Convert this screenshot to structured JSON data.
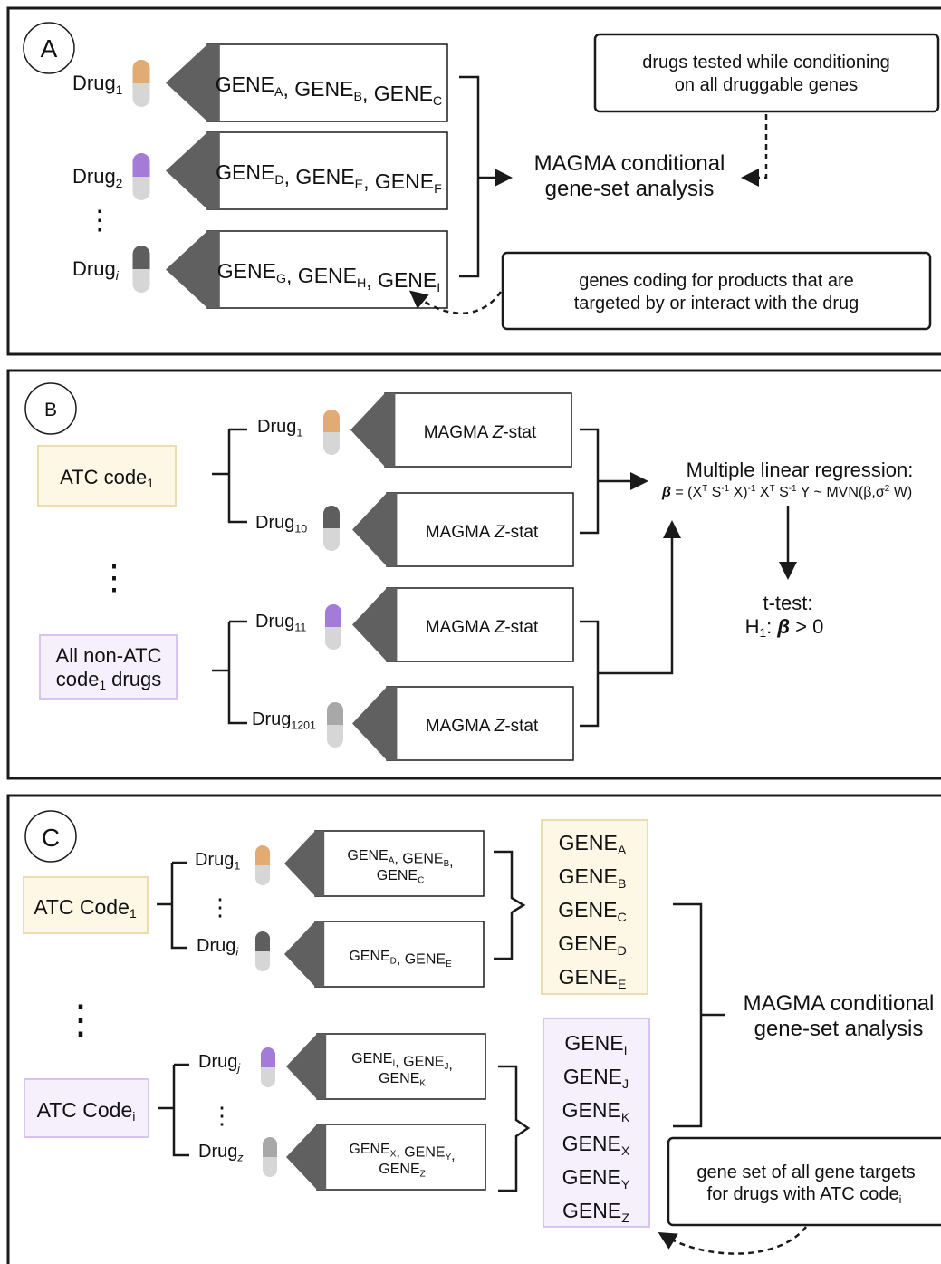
{
  "panel_a": {
    "label": "A",
    "drugs": [
      {
        "name": "Drug",
        "sub": "1",
        "sub_italic": false,
        "color": "#e3ab74"
      },
      {
        "name": "Drug",
        "sub": "2",
        "sub_italic": false,
        "color": "#a47bd6"
      },
      {
        "name": "Drug",
        "sub": "i",
        "sub_italic": true,
        "color": "#5e5e5e"
      }
    ],
    "ellipsis": "⋮",
    "gene_boxes": [
      [
        {
          "t": "GENE",
          "s": "A"
        },
        {
          "t": ", GENE",
          "s": "B"
        },
        {
          "t": ", GENE",
          "s": "C"
        }
      ],
      [
        {
          "t": "GENE",
          "s": "D"
        },
        {
          "t": ", GENE",
          "s": "E"
        },
        {
          "t": ", GENE",
          "s": "F"
        }
      ],
      [
        {
          "t": "GENE",
          "s": "G"
        },
        {
          "t": ", GENE",
          "s": "H"
        },
        {
          "t": ", GENE",
          "s": "I"
        }
      ]
    ],
    "analysis": [
      "MAGMA conditional",
      "gene-set analysis"
    ],
    "note_top": [
      "drugs tested while conditioning",
      "on all druggable genes"
    ],
    "note_bottom": [
      "genes coding for products that are",
      "targeted by or interact with the drug"
    ]
  },
  "panel_b": {
    "label": "B",
    "atc_code": {
      "text": "ATC code",
      "sub": "1"
    },
    "non_atc": {
      "line1": "All non-ATC",
      "line2a": "code",
      "sub": "1",
      "line2b": " drugs"
    },
    "drugs": [
      {
        "name": "Drug",
        "sub": "1",
        "color": "#e3ab74"
      },
      {
        "name": "Drug",
        "sub": "10",
        "color": "#5e5e5e"
      },
      {
        "name": "Drug",
        "sub": "11",
        "color": "#a47bd6"
      },
      {
        "name": "Drug",
        "sub": "1201",
        "color": "#a8a8a8"
      }
    ],
    "zstat": {
      "pre": "MAGMA ",
      "z": "Z",
      "post": "-stat"
    },
    "regression_title": "Multiple linear regression:",
    "regression_formula": {
      "beta": "β",
      "p1": " = (X",
      "t1": "T",
      "p2": " S",
      "m1": "-1",
      "p3": " X)",
      "m2": "-1",
      "p4": " X",
      "t2": "T",
      "p5": " S",
      "m3": "-1",
      "p6": " Y ~ MVN(β,σ",
      "sq": "2",
      "p7": " W)"
    },
    "ttest_title": "t-test:",
    "ttest_h": {
      "h": "H",
      "sub": "1",
      "mid": ": ",
      "beta": "β",
      "post": " > 0"
    },
    "vertical_ellipsis": "⋮"
  },
  "panel_c": {
    "label": "C",
    "atc_1": {
      "text": "ATC Code",
      "sub": "1"
    },
    "atc_i": {
      "text": "ATC Code",
      "sub": "i"
    },
    "drugs": [
      {
        "name": "Drug",
        "sub": "1",
        "sub_italic": false,
        "color": "#e3ab74"
      },
      {
        "name": "Drug",
        "sub": "i",
        "sub_italic": true,
        "color": "#5e5e5e"
      },
      {
        "name": "Drug",
        "sub": "j",
        "sub_italic": true,
        "color": "#a47bd6"
      },
      {
        "name": "Drug",
        "sub": "z",
        "sub_italic": true,
        "color": "#a8a8a8"
      }
    ],
    "boxes": [
      {
        "l1": [
          {
            "t": "GENE",
            "s": "A"
          },
          {
            "t": ", GENE",
            "s": "B"
          },
          {
            "t": ",",
            "s": ""
          }
        ],
        "l2": [
          {
            "t": "GENE",
            "s": "C"
          }
        ]
      },
      {
        "l1": [
          {
            "t": "GENE",
            "s": "D"
          },
          {
            "t": ", GENE",
            "s": "E"
          }
        ],
        "l2": []
      },
      {
        "l1": [
          {
            "t": "GENE",
            "s": "I"
          },
          {
            "t": ", GENE",
            "s": "J"
          },
          {
            "t": ",",
            "s": ""
          }
        ],
        "l2": [
          {
            "t": "GENE",
            "s": "K"
          }
        ]
      },
      {
        "l1": [
          {
            "t": "GENE",
            "s": "X"
          },
          {
            "t": ", GENE",
            "s": "Y"
          },
          {
            "t": ",",
            "s": ""
          }
        ],
        "l2": [
          {
            "t": "GENE",
            "s": "Z"
          }
        ]
      }
    ],
    "set_1": [
      "A",
      "B",
      "C",
      "D",
      "E"
    ],
    "set_i": [
      "I",
      "J",
      "K",
      "X",
      "Y",
      "Z"
    ],
    "gene_word": "GENE",
    "analysis": [
      "MAGMA conditional",
      "gene-set analysis"
    ],
    "note": {
      "line1": "gene set of all gene targets",
      "line2": "for drugs with ATC code",
      "sub": "i"
    },
    "dots": "⋮"
  },
  "colors": {
    "frame": "#1a1a1a",
    "atc_fill": "#fdf8e6",
    "atc_stroke": "#ecdcb0",
    "non_fill": "#f6f0fd",
    "non_stroke": "#d7c4f0",
    "chevron": "#606060",
    "capsule_bottom": "#d6d6d6"
  }
}
